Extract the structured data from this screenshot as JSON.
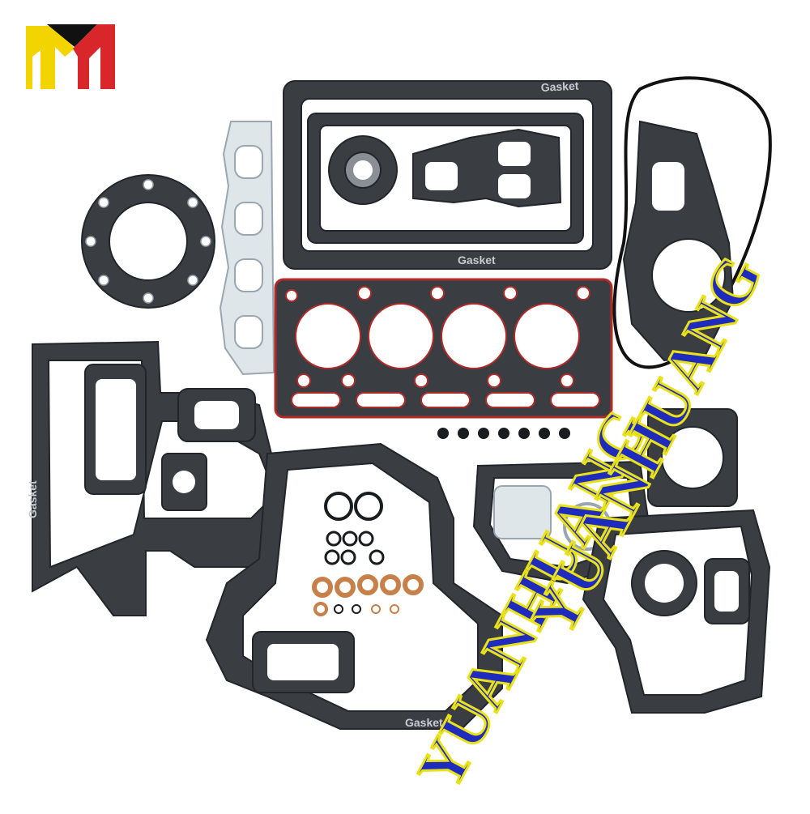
{
  "brand": {
    "logo_alt": "yuanhuang-logo",
    "colors": {
      "yellow": "#f2d400",
      "red": "#d8262b",
      "black": "#111111"
    }
  },
  "watermark": {
    "word_top": "YUANHUANG",
    "word_bottom": "YUANHUANG",
    "color_fill": "#1f2bbd",
    "color_outline": "#e9e21a"
  },
  "stamps": {
    "gasket_text": "Gasket"
  },
  "scene": {
    "background": "#ffffff",
    "gasket_color": "#3a3d42",
    "manifold_color": "#dfe6ea",
    "copper_color": "#c8804a"
  }
}
